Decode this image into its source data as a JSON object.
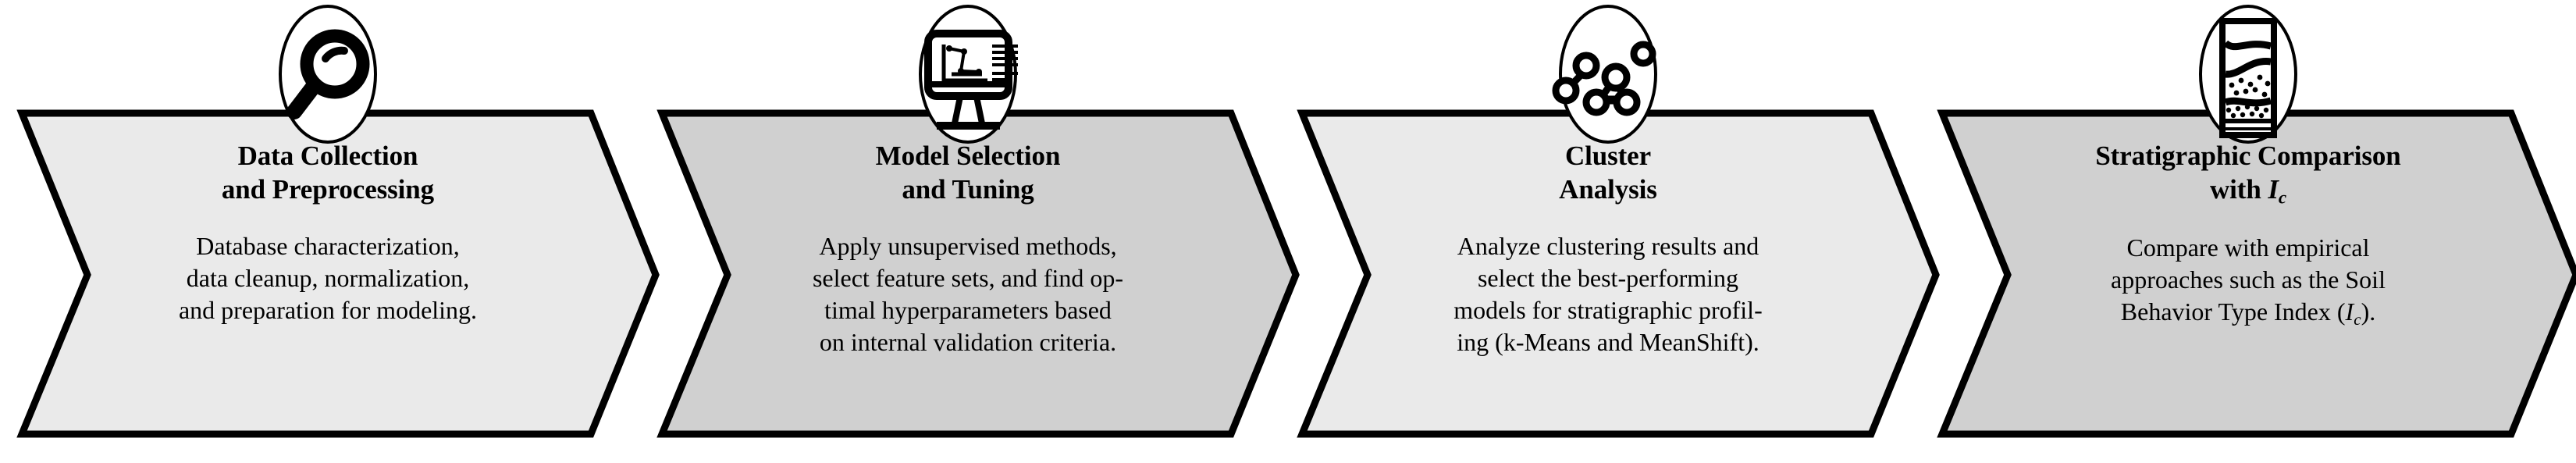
{
  "diagram": {
    "type": "pipeline-flow",
    "orientation": "horizontal",
    "stage_count": 4,
    "background_color": "#ffffff",
    "stroke_color": "#000000"
  },
  "stages": [
    {
      "id": "data-collection",
      "index": 1,
      "icon": "magnifying-glass-icon",
      "title_line1": "Data Collection",
      "title_line2": "and Preprocessing",
      "desc_lines": [
        "Database characterization,",
        "data cleanup, normalization,",
        "and preparation for modeling."
      ],
      "fill_color": "#eaeaea"
    },
    {
      "id": "model-selection",
      "index": 2,
      "icon": "monitor-chart-icon",
      "title_line1": "Model Selection",
      "title_line2": "and Tuning",
      "desc_lines": [
        "Apply unsupervised methods,",
        "select feature sets, and find op-",
        "timal hyperparameters based",
        "on internal validation criteria."
      ],
      "fill_color": "#d0d0d0"
    },
    {
      "id": "cluster-analysis",
      "index": 3,
      "icon": "cluster-network-icon",
      "title_line1": "Cluster",
      "title_line2": "Analysis",
      "desc_lines": [
        "Analyze clustering results and",
        "select the best-performing",
        "models for stratigraphic profil-",
        "ing (k-Means and MeanShift)."
      ],
      "fill_color": "#eaeaea"
    },
    {
      "id": "stratigraphic-comparison",
      "index": 4,
      "icon": "soil-core-log-icon",
      "title_line1": "Stratigraphic Comparison",
      "title_line2_prefix": "with ",
      "title_line2_symbol": "I",
      "title_line2_subscript": "c",
      "desc_lines": [
        "Compare with empirical",
        "approaches such as the Soil",
        "Behavior Type Index (I_c)."
      ],
      "desc_last_prefix": "Behavior Type Index (",
      "desc_last_symbol": "I",
      "desc_last_subscript": "c",
      "desc_last_suffix": ").",
      "fill_color": "#d0d0d0"
    }
  ]
}
